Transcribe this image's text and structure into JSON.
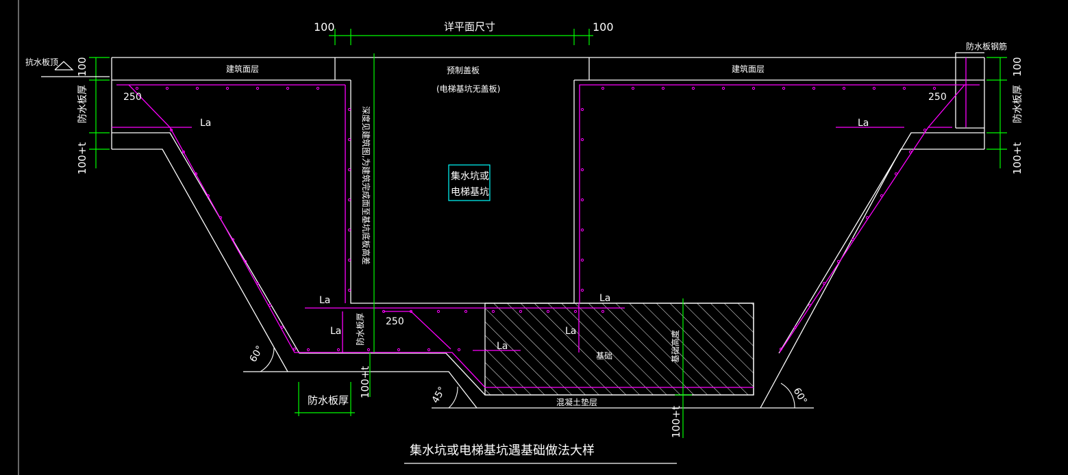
{
  "colors": {
    "background": "#000000",
    "outline": "#ffffff",
    "rebar": "#ff00ff",
    "dimension": "#00ff00",
    "text": "#ffffff",
    "frame": "#00ffff"
  },
  "labels": {
    "dim_100_top_left": "100",
    "dim_detail_plan": "详平面尺寸",
    "dim_100_top_right": "100",
    "waterproof_rebar": "防水板钢筋",
    "anti_float_top": "抗水板顶",
    "dim_100_left_vert": "100",
    "dim_100_right_vert": "100",
    "building_surface_left": "建筑面层",
    "precast_cover": "预制盖板",
    "elevator_cover_note": "(电梯基坑无盖板)",
    "building_surface_right": "建筑面层",
    "waterproof_thick_left": "防水板厚",
    "waterproof_thick_right": "防水板厚",
    "dim_250_left": "250",
    "dim_250_right": "250",
    "la_left_top": "La",
    "la_right_top": "La",
    "dim_100t_left": "100+t",
    "dim_100t_right": "100+t",
    "depth_note": "深度见建筑图,为建筑完成面至基坑底板高差",
    "pit_label_line1": "集水坑或",
    "pit_label_line2": "电梯基坑",
    "la_mid_left": "La",
    "la_mid_right": "La",
    "la_lower_left": "La",
    "la_lower_mid": "La",
    "la_lower_center": "La",
    "waterproof_thick_mid": "防水板厚",
    "dim_250_mid": "250",
    "foundation": "基础",
    "foundation_height": "基础高度",
    "angle_60_left": "60°",
    "angle_45": "45°",
    "angle_60_right": "60°",
    "dim_100t_mid": "100+t",
    "waterproof_thick_bottom": "防水板厚",
    "concrete_cushion": "混凝土垫层",
    "dim_100t_bottom": "100+t",
    "title": "集水坑或电梯基坑遇基础做法大样"
  }
}
